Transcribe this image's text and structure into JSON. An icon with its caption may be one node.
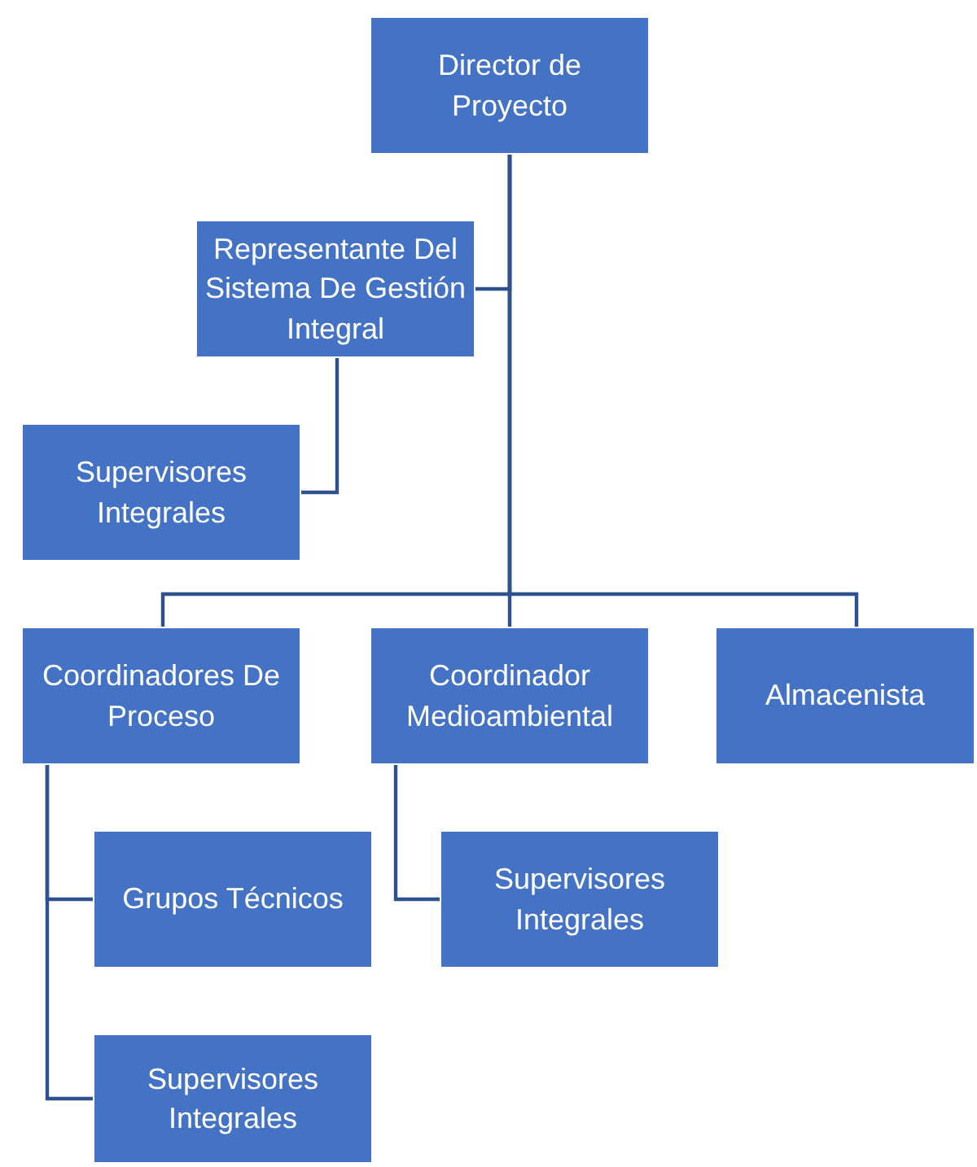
{
  "diagram": {
    "nodes": [
      {
        "text": [
          "Director de Proyecto"
        ]
      },
      {
        "text": [
          "Representante Del Sistema De Gestión Integral"
        ]
      },
      {
        "text": [
          "Supervisores Integrales"
        ]
      },
      {
        "text": [
          "Coordinadores De Proceso"
        ]
      },
      {
        "text": [
          "Coordinador Medioambiental"
        ]
      },
      {
        "text": [
          "Almacenista"
        ]
      },
      {
        "text": [
          "Grupos Técnicos"
        ]
      },
      {
        "text": [
          "Supervisores Integrales"
        ]
      },
      {
        "text": [
          "Supervisores Integrales"
        ]
      }
    ],
    "edges": [
      {
        "from": 0,
        "to": 1,
        "arrow": "none"
      },
      {
        "from": 1,
        "to": 2,
        "arrow": "none"
      },
      {
        "from": 0,
        "to": 3,
        "arrow": "none"
      },
      {
        "from": 0,
        "to": 4,
        "arrow": "none"
      },
      {
        "from": 0,
        "to": 5,
        "arrow": "none"
      },
      {
        "from": 3,
        "to": 6,
        "arrow": "none"
      },
      {
        "from": 3,
        "to": 8,
        "arrow": "none"
      },
      {
        "from": 4,
        "to": 7,
        "arrow": "none"
      }
    ]
  }
}
